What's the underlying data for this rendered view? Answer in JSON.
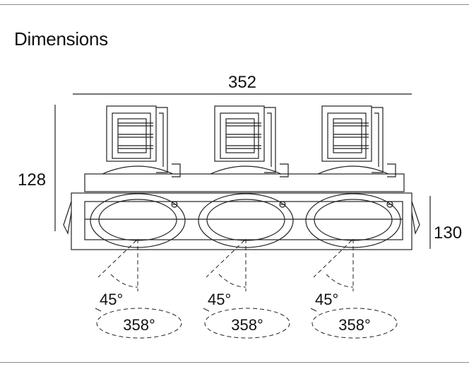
{
  "section": {
    "title": "Dimensions"
  },
  "dimensions": {
    "width": "352",
    "height": "128",
    "depth": "130"
  },
  "modules": [
    {
      "tilt": "45°",
      "rotation": "358°"
    },
    {
      "tilt": "45°",
      "rotation": "358°"
    },
    {
      "tilt": "45°",
      "rotation": "358°"
    }
  ],
  "colors": {
    "line": "#222222",
    "rule": "#8c8c8c",
    "text": "#111111"
  }
}
